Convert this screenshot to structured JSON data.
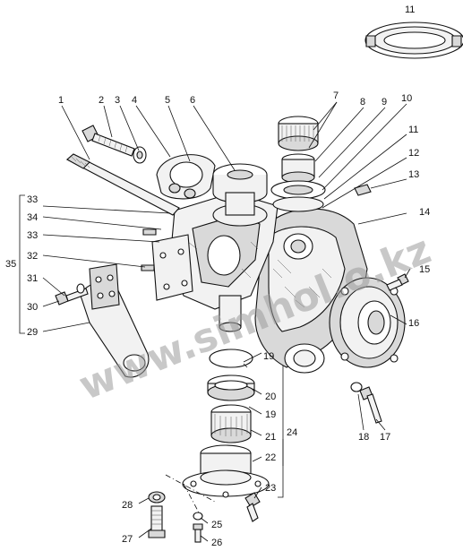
{
  "watermark": "www.simhol.o.kz",
  "callouts": [
    {
      "n": "1"
    },
    {
      "n": "2"
    },
    {
      "n": "3"
    },
    {
      "n": "4"
    },
    {
      "n": "5"
    },
    {
      "n": "6"
    },
    {
      "n": "7"
    },
    {
      "n": "8"
    },
    {
      "n": "9"
    },
    {
      "n": "10"
    },
    {
      "n": "11"
    },
    {
      "n": "11"
    },
    {
      "n": "12"
    },
    {
      "n": "13"
    },
    {
      "n": "14"
    },
    {
      "n": "15"
    },
    {
      "n": "16"
    },
    {
      "n": "17"
    },
    {
      "n": "18"
    },
    {
      "n": "19"
    },
    {
      "n": "19"
    },
    {
      "n": "20"
    },
    {
      "n": "21"
    },
    {
      "n": "22"
    },
    {
      "n": "23"
    },
    {
      "n": "24"
    },
    {
      "n": "25"
    },
    {
      "n": "26"
    },
    {
      "n": "27"
    },
    {
      "n": "28"
    },
    {
      "n": "29"
    },
    {
      "n": "30"
    },
    {
      "n": "31"
    },
    {
      "n": "32"
    },
    {
      "n": "33"
    },
    {
      "n": "34"
    },
    {
      "n": "33"
    },
    {
      "n": "35"
    }
  ]
}
